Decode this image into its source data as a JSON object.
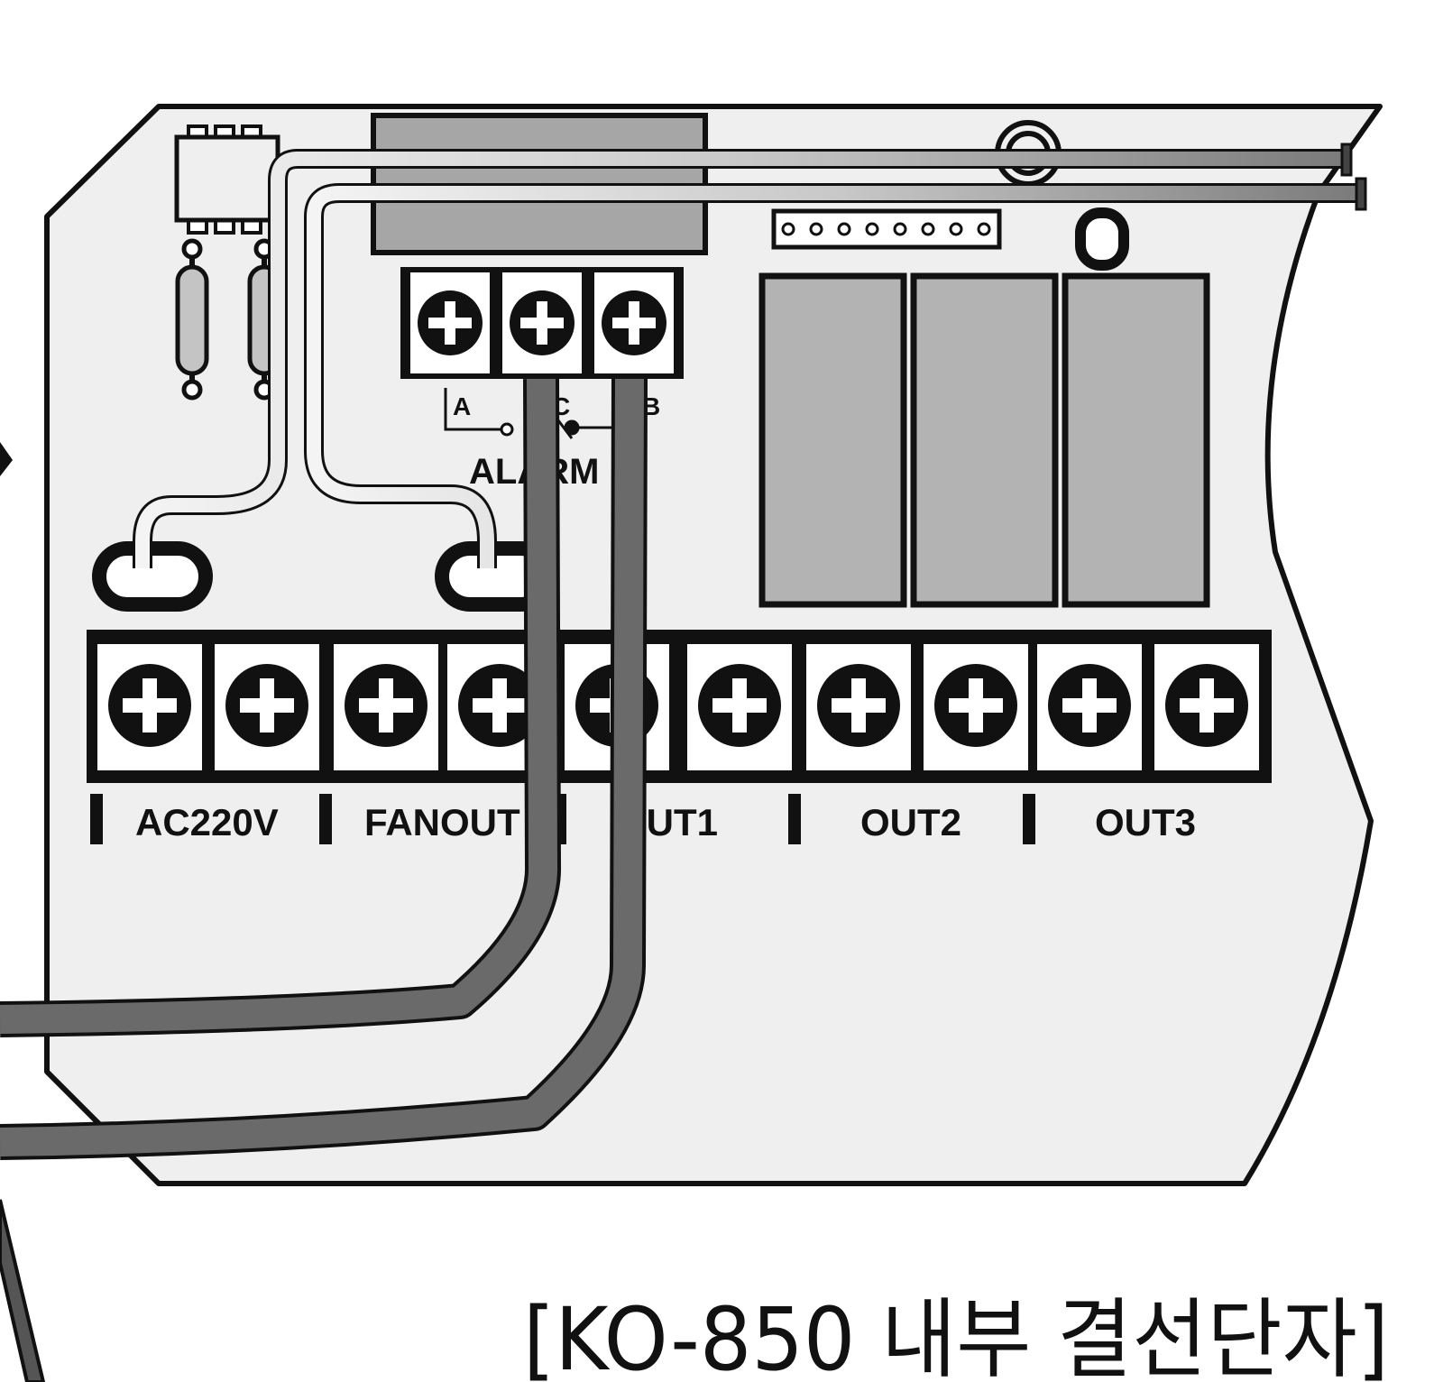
{
  "caption": "[KO-850 내부 결선단자]",
  "alarm": {
    "label": "ALARM",
    "terminals": [
      "A",
      "C",
      "B"
    ]
  },
  "terminal_groups": [
    "AC220V",
    "FANOUT",
    "OUT1",
    "OUT2",
    "OUT3"
  ],
  "colors": {
    "board": "#efefef",
    "outline": "#111111",
    "relay": "#b3b3b3",
    "cable_dark": "#6a6a6a",
    "cable_light": "#d0d0d0"
  }
}
